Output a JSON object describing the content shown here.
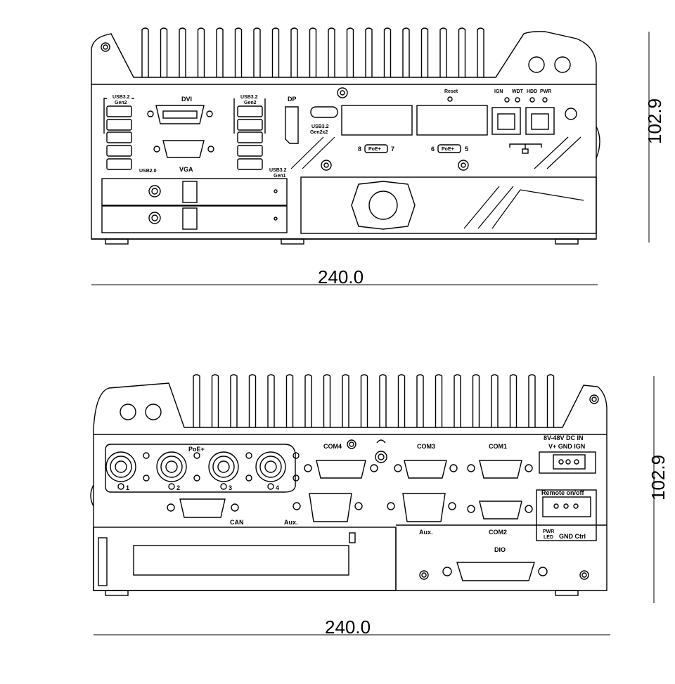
{
  "front": {
    "labels": {
      "usb_left_a": "USB3.2",
      "usb_left_b": "Gen2",
      "dvi": "DVI",
      "usb_mid_a": "USB3.2",
      "usb_mid_b": "Gen2",
      "dp": "DP",
      "usbc_a": "USB3.2",
      "usbc_b": "Gen2x2",
      "reset": "Reset",
      "ign": "IGN",
      "wdt": "WDT",
      "hdd": "HDD",
      "pwr": "PWR",
      "usb20": "USB2.0",
      "vga": "VGA",
      "usb_gen1_a": "USB3.2",
      "usb_gen1_b": "Gen1",
      "poe_8": "8",
      "poe_7": "7",
      "poe_6": "6",
      "poe_5": "5",
      "poe_badge": "PoE+"
    },
    "width": "240.0",
    "height": "102.9"
  },
  "rear": {
    "labels": {
      "poe": "PoE+",
      "m12_1": "1",
      "m12_2": "2",
      "m12_3": "3",
      "m12_4": "4",
      "com4": "COM4",
      "com3": "COM3",
      "com1": "COM1",
      "com2": "COM2",
      "dc_in": "8V-48V DC IN",
      "dc_pins": "V+ GND IGN",
      "remote": "Remote on/off",
      "pwr_led_a": "PWR",
      "pwr_led_b": "LED",
      "gnd_ctrl": "GND Ctrl",
      "can": "CAN",
      "aux1": "Aux.",
      "aux2": "Aux.",
      "dio": "DIO"
    },
    "width": "240.0",
    "height": "102.9"
  },
  "colors": {
    "line": "#000000",
    "background": "#ffffff"
  }
}
